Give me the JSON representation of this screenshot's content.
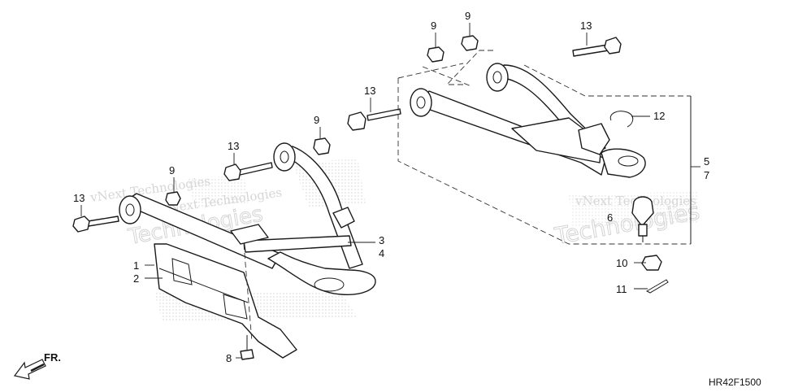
{
  "diagram": {
    "callouts": {
      "c1": "1",
      "c2": "2",
      "c3": "3",
      "c4": "4",
      "c5": "5",
      "c6": "6",
      "c7": "7",
      "c8": "8",
      "c9a": "9",
      "c9b": "9",
      "c9c": "9",
      "c9d": "9",
      "c10": "10",
      "c11": "11",
      "c12": "12",
      "c13a": "13",
      "c13b": "13",
      "c13c": "13",
      "c13d": "13"
    },
    "direction_label": "FR.",
    "diagram_code": "HR42F1500",
    "watermark": {
      "line1": "vNext Technologies",
      "line2": "vNext Technologies",
      "line3": "vNext Technologies",
      "big1": "Technologies",
      "big2": "Technologies"
    }
  }
}
